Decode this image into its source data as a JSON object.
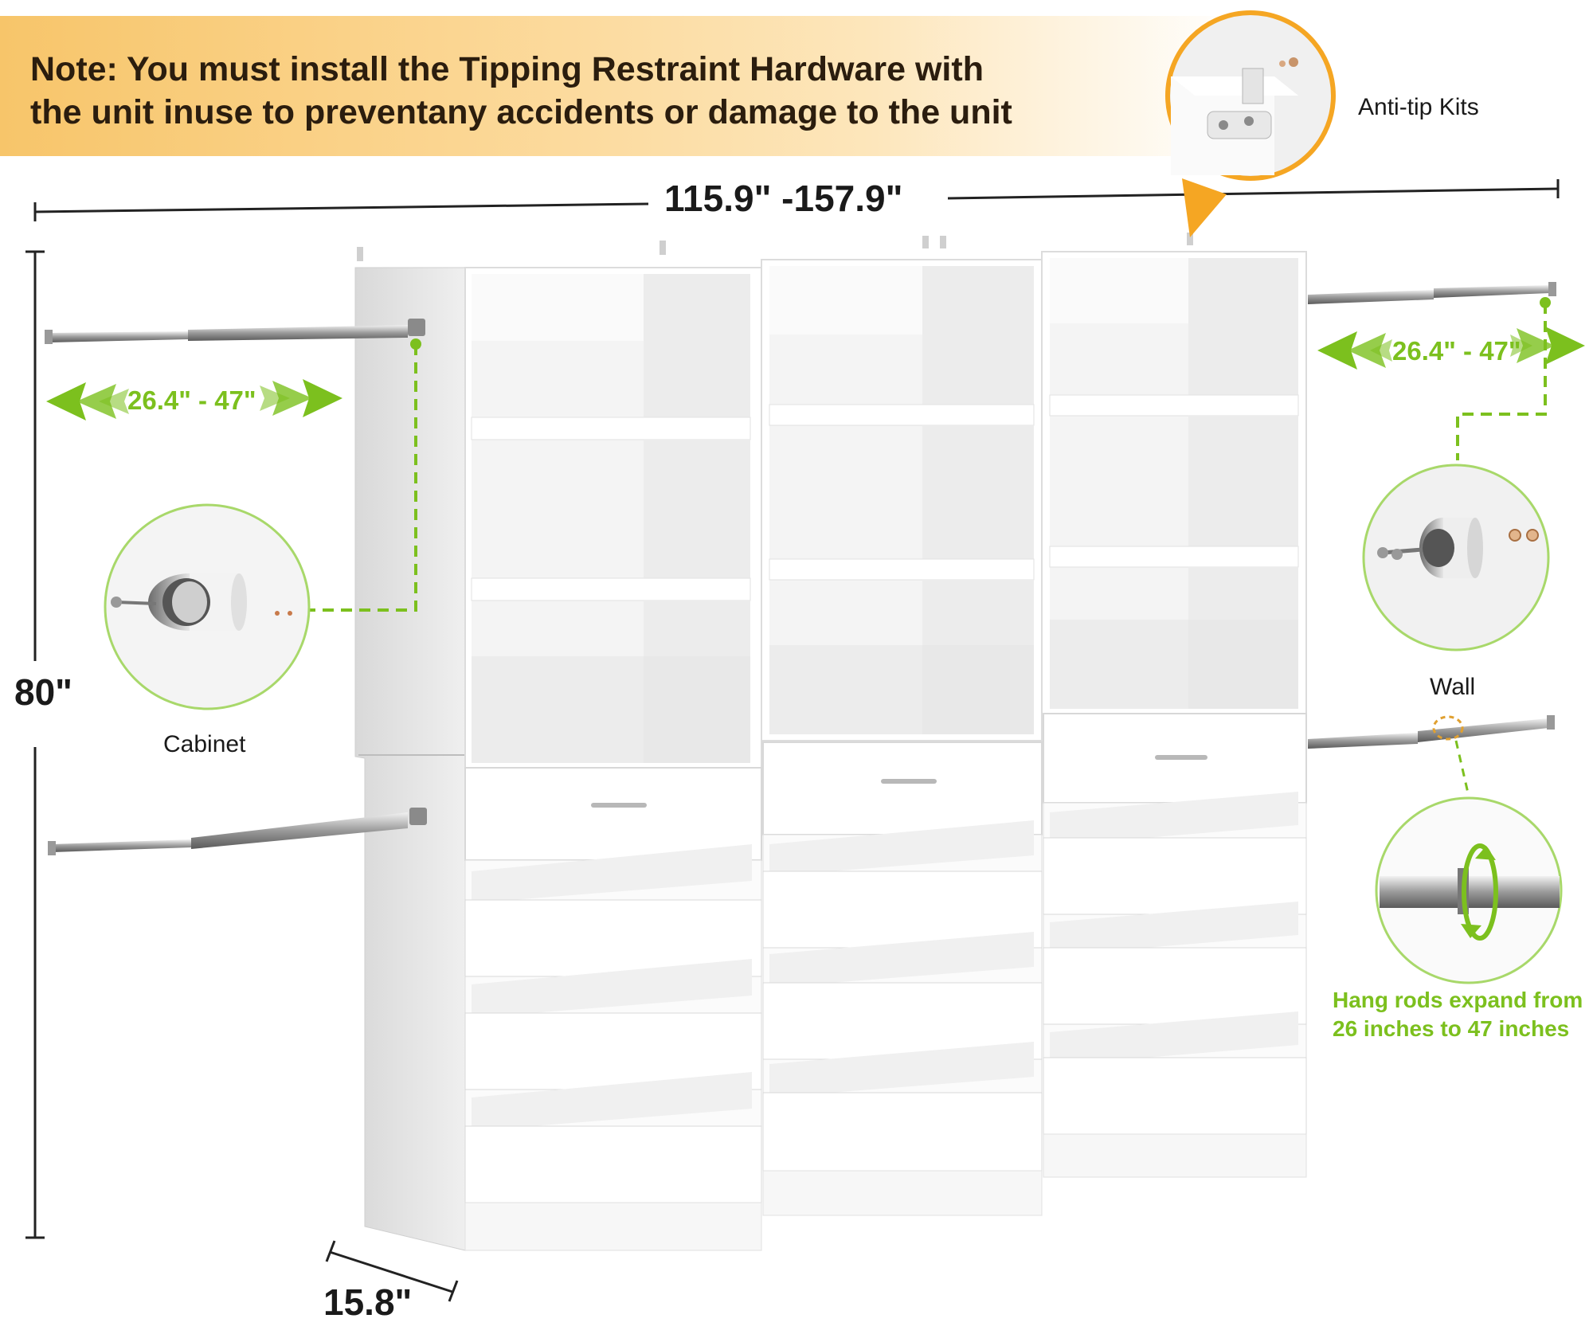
{
  "banner": {
    "line1": "Note: You must install the Tipping Restraint Hardware with",
    "line2": "the unit inuse to preventany accidents or damage to the unit"
  },
  "dimensions": {
    "width": "115.9\" -157.9\"",
    "height": "80\"",
    "depth": "15.8\""
  },
  "rod_range": {
    "left": "26.4\" - 47\"",
    "right": "26.4\" - 47\""
  },
  "callouts": {
    "anti_tip": "Anti-tip Kits",
    "cabinet": "Cabinet",
    "wall": "Wall"
  },
  "expand_note": {
    "line1": "Hang rods expand from",
    "line2": "26 inches to 47 inches"
  },
  "colors": {
    "accent_green": "#7cc01e",
    "banner_orange": "#f7c56a",
    "callout_orange": "#f5a623"
  }
}
